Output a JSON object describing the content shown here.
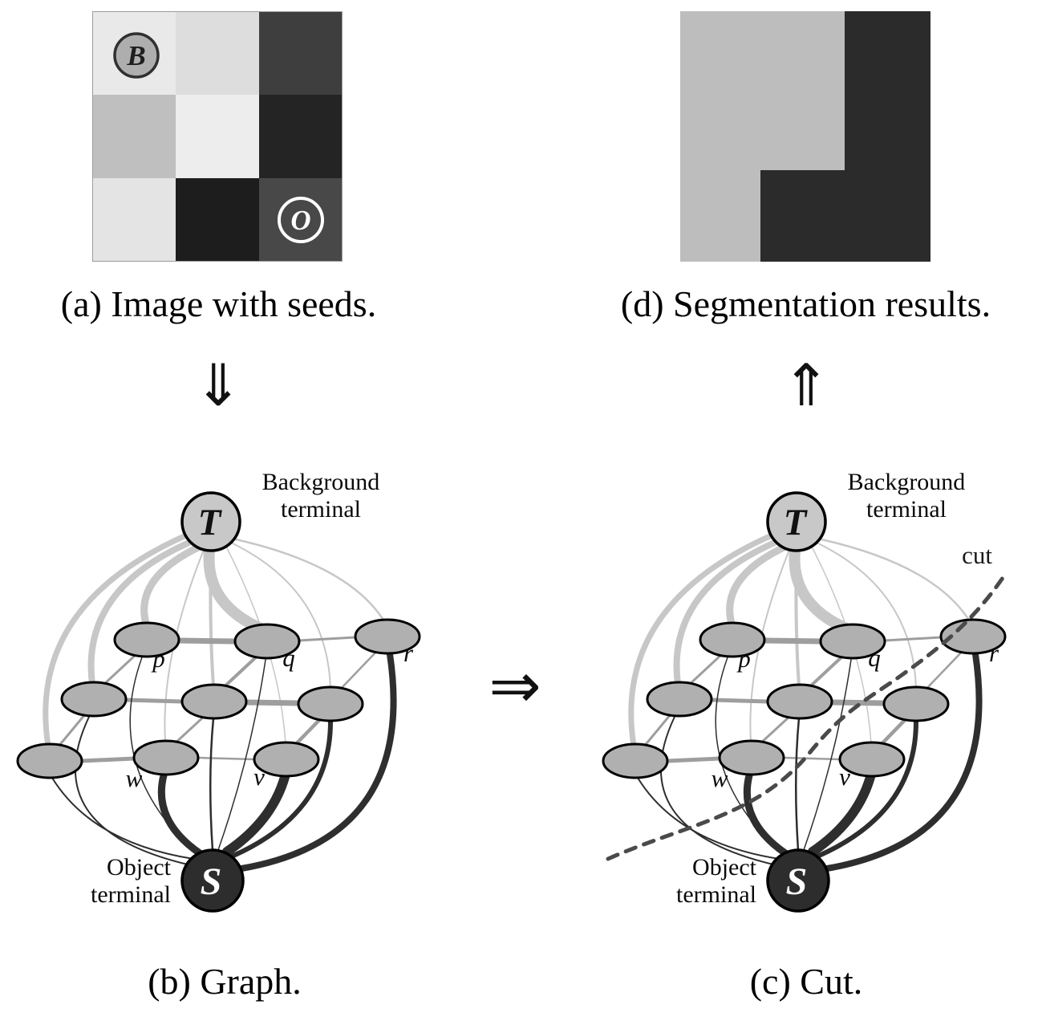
{
  "figure": {
    "arrows": {
      "down": "⇓",
      "up": "⇑",
      "right": "⇒"
    }
  },
  "panel_a": {
    "caption": "(a) Image with seeds.",
    "seed_background_label": "B",
    "seed_object_label": "O",
    "cell_colors": [
      "#e9e9e9",
      "#dddddd",
      "#3e3e3e",
      "#bfbfbf",
      "#ededed",
      "#242424",
      "#e4e4e4",
      "#1d1d1d",
      "#484848"
    ]
  },
  "panel_d": {
    "caption": "(d) Segmentation results.",
    "light_color": "#bdbdbd",
    "dark_color": "#2b2b2b"
  },
  "panel_b": {
    "caption": "(b) Graph."
  },
  "panel_c": {
    "caption": "(c) Cut.",
    "cut_label": "cut"
  },
  "graph": {
    "background_terminal": {
      "letter": "T",
      "caption_line1": "Background",
      "caption_line2": "terminal"
    },
    "object_terminal": {
      "letter": "S",
      "caption_line1": "Object",
      "caption_line2": "terminal"
    },
    "node_labels": {
      "p": "p",
      "q": "q",
      "r": "r",
      "w": "w",
      "v": "v"
    }
  }
}
